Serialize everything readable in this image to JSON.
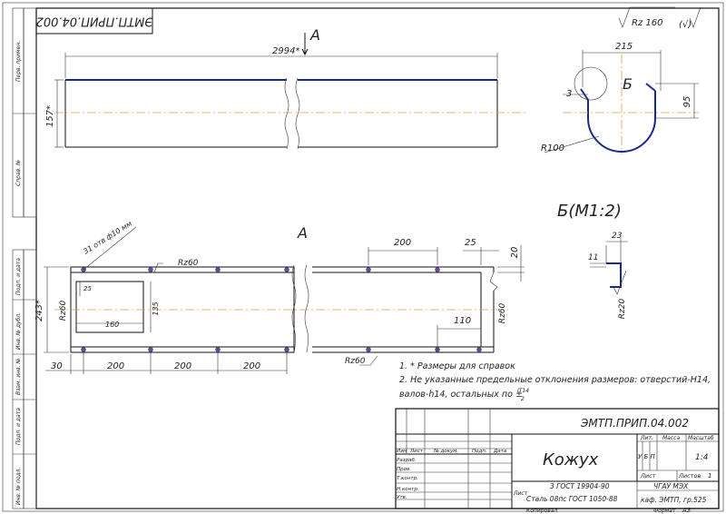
{
  "stamp_top": "ЭМТП.ПРИП.04.002",
  "surface_general": "Rz 160",
  "surface_general_bracket": "(√)",
  "view_a_label": "A",
  "section_b_label": "Б",
  "section_b_title": "Б(M1:2)",
  "dims": {
    "length_total": "2994*",
    "height_top": "157*",
    "width_215": "215",
    "depth_95": "95",
    "r100": "R100",
    "three": "3",
    "length_200_a": "200",
    "offset_25": "25",
    "height_20": "20",
    "height_243": "243*",
    "hole_spec": "31 отв ф10 мм",
    "rz60_a": "Rz60",
    "rz60_b": "Rz60",
    "rz60_c": "Rz60",
    "rz60_d": "Rz60",
    "dim_25": "25",
    "dim_160": "160",
    "dim_135": "135",
    "dim_110": "110",
    "bot_30": "30",
    "bot_200_1": "200",
    "bot_200_2": "200",
    "bot_200_3": "200",
    "b_23": "23",
    "b_11": "11",
    "rz20": "Rz20"
  },
  "notes": {
    "n1": "1. * Размеры для справок",
    "n2": "2. Не указанные предельные отклонения размеров: отверстий-Н14,",
    "n3": "валов-h14, остальных по ±",
    "n3_frac_top": "IT14",
    "n3_frac_bot": "2"
  },
  "side_labels": {
    "s1": "Перв. примен.",
    "s2": "Справ. №",
    "s3": "Подп. и дата",
    "s4": "Инв. № дубл.",
    "s5": "Взам. инв. №",
    "s6": "Подп. и дата",
    "s7": "Инв. № подл."
  },
  "title_block": {
    "doc_code": "ЭМТП.ПРИП.04.002",
    "name": "Кожух",
    "col_izm": "Изм",
    "col_list": "Лист",
    "col_ndoc": "№ докум.",
    "col_podp": "Подп.",
    "col_data": "Дата",
    "razrab": "Разраб.",
    "prov": "Пров.",
    "tkontr": "Т.контр.",
    "nkontr": "Н.контр.",
    "utv": "Утв.",
    "lit": "Лит.",
    "massa": "Масса",
    "masshtab": "Масштаб",
    "lit_val": "У Б П",
    "scale_val": "1:4",
    "list_label": "Лист",
    "listov_label": "Листов",
    "listov_val": "1",
    "material_top": "Лист",
    "material_gost1": "3 ГОСТ 19904-90",
    "material_gost2": "Сталь 08пс ГОСТ 1050-88",
    "org1": "ЧГАУ МЭХ",
    "org2": "каф. ЭМТП, гр.525",
    "kopiroval": "Копировал",
    "format": "Формат",
    "format_val": "А3"
  }
}
